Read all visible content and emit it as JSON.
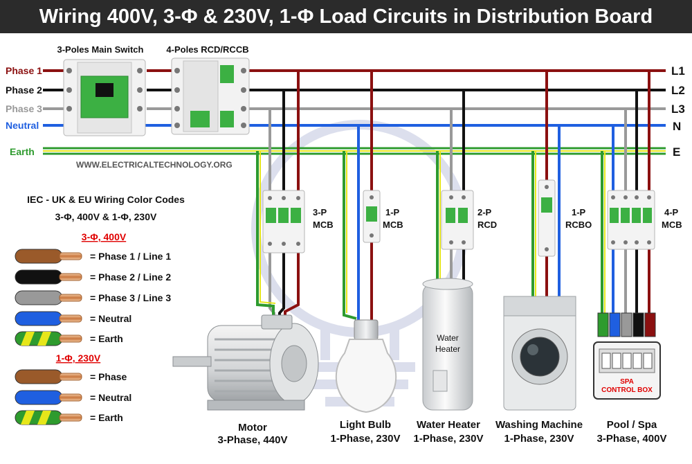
{
  "title": "Wiring 400V, 3-Φ & 230V, 1-Φ Load Circuits in Distribution Board",
  "watermark": "WWW.ELECTRICALTECHNOLOGY.ORG",
  "main_switch_label": "3-Poles Main Switch",
  "rcd_label": "4-Poles RCD/RCCB",
  "conductors": {
    "phase1": "Phase 1",
    "phase2": "Phase 2",
    "phase3": "Phase 3",
    "neutral": "Neutral",
    "earth": "Earth"
  },
  "bus_tags": {
    "l1": "L1",
    "l2": "L2",
    "l3": "L3",
    "n": "N",
    "e": "E"
  },
  "legend": {
    "title": "IEC - UK & EU Wiring Color Codes",
    "subtitle": "3-Φ, 400V & 1-Φ, 230V",
    "three_phase_heading": "3-Φ, 400V",
    "three_phase": [
      "= Phase 1 / Line 1",
      "= Phase 2 / Line 2",
      "= Phase 3 / Line 3",
      "= Neutral",
      "= Earth"
    ],
    "single_phase_heading": "1-Φ, 230V",
    "single_phase": [
      "= Phase",
      "= Neutral",
      "= Earth"
    ]
  },
  "devices": {
    "mcb3p": [
      "3-P",
      "MCB"
    ],
    "mcb1p": [
      "1-P",
      "MCB"
    ],
    "rcd2p": [
      "2-P",
      "RCD"
    ],
    "rcbo1p": [
      "1-P",
      "RCBO"
    ],
    "mcb4p": [
      "4-P",
      "MCB"
    ]
  },
  "loads": {
    "motor": [
      "Motor",
      "3-Phase, 440V"
    ],
    "bulb": [
      "Light Bulb",
      "1-Phase, 230V"
    ],
    "heater": [
      "Water Heater",
      "1-Phase, 230V"
    ],
    "washer": [
      "Washing Machine",
      "1-Phase, 230V"
    ],
    "spa": [
      "Pool / Spa",
      "3-Phase, 400V"
    ]
  },
  "heater_tag": [
    "Water",
    "Heater"
  ],
  "spa_box_tag": [
    "SPA",
    "CONTROL BOX"
  ],
  "colors": {
    "phase1": "#8b1010",
    "phase2": "#111111",
    "phase3": "#999999",
    "neutral": "#1f5fe0",
    "earth_green": "#2e9b2e",
    "earth_yellow": "#e6e61a",
    "brown": "#9a5a2a",
    "label_red": "#e00000"
  }
}
